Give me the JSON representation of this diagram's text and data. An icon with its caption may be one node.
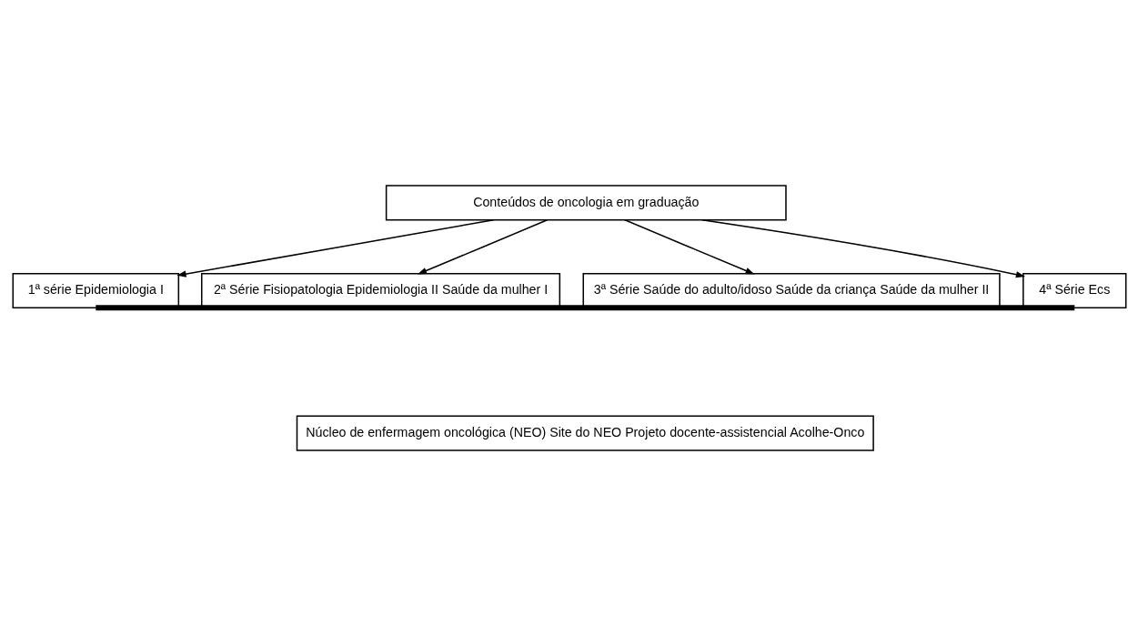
{
  "diagram": {
    "nodes": [
      {
        "text": [
          "Conteúdos de oncologia em graduação"
        ]
      },
      {
        "text": [
          "1ª série Epidemiologia I"
        ]
      },
      {
        "text": [
          "2ª Série Fisiopatologia Epidemiologia II Saúde da mulher I"
        ]
      },
      {
        "text": [
          "3ª Série Saúde do adulto/idoso Saúde da criança Saúde da mulher II"
        ]
      },
      {
        "text": [
          "4ª Série Ecs"
        ]
      },
      {
        "text": [
          "Núcleo de enfermagem oncológica (NEO) Site do NEO Projeto docente-assistencial Acolhe-Onco"
        ]
      }
    ],
    "edges": [
      {
        "from": 0,
        "to": 1,
        "arrow": "to"
      },
      {
        "from": 0,
        "to": 2,
        "arrow": "to"
      },
      {
        "from": 0,
        "to": 3,
        "arrow": "to"
      },
      {
        "from": 0,
        "to": 4,
        "arrow": "to"
      },
      {
        "from": 1,
        "to": 4,
        "arrow": "none",
        "style": "thick"
      }
    ]
  }
}
